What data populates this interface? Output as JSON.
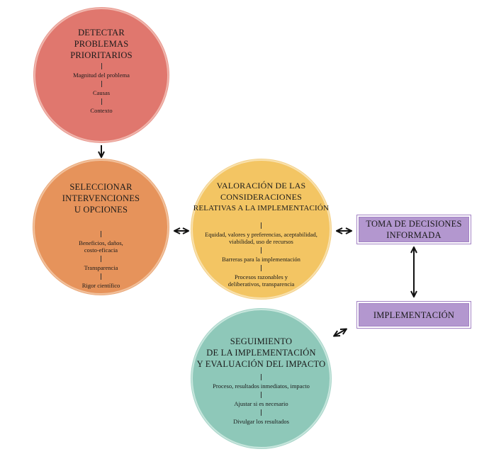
{
  "nodes": {
    "detect": {
      "title": [
        "DETECTAR",
        "PROBLEMAS",
        "PRIORITARIOS"
      ],
      "items": [
        [
          "Magnitud del problema"
        ],
        [
          "Causas"
        ],
        [
          "Contexto"
        ]
      ],
      "color": "#e0776e"
    },
    "select": {
      "title": [
        "SELECCIONAR",
        "INTERVENCIONES",
        "U OPCIONES"
      ],
      "items": [
        [
          "Beneficios, daños,",
          "costo-eficacia"
        ],
        [
          "Transparencia"
        ],
        [
          "Rigor científico"
        ]
      ],
      "color": "#e6935b"
    },
    "valuation": {
      "title": [
        "VALORACIÓN DE LAS",
        "CONSIDERACIONES",
        "RELATIVAS A LA IMPLEMENTACIÓN"
      ],
      "items": [
        [
          "Equidad, valores y preferencias, aceptabilidad,",
          "viabilidad, uso de recursos"
        ],
        [
          "Barreras para la implementación"
        ],
        [
          "Procesos razonables y",
          "deliberativos, transparencia"
        ]
      ],
      "color": "#f3c563"
    },
    "monitoring": {
      "title": [
        "SEGUIMIENTO",
        "DE LA IMPLEMENTACIÓN",
        "Y EVALUACIÓN DEL IMPACTO"
      ],
      "items": [
        [
          "Proceso, resultados inmediatos, impacto"
        ],
        [
          "Ajustar si es necesario"
        ],
        [
          "Divulgar los resultados"
        ]
      ],
      "color": "#8ec8b9"
    },
    "decision": {
      "title": [
        "TOMA DE DECISIONES",
        "INFORMADA"
      ],
      "color": "#b397cf"
    },
    "implementation": {
      "title": [
        "IMPLEMENTACIÓN"
      ],
      "color": "#b397cf"
    }
  }
}
